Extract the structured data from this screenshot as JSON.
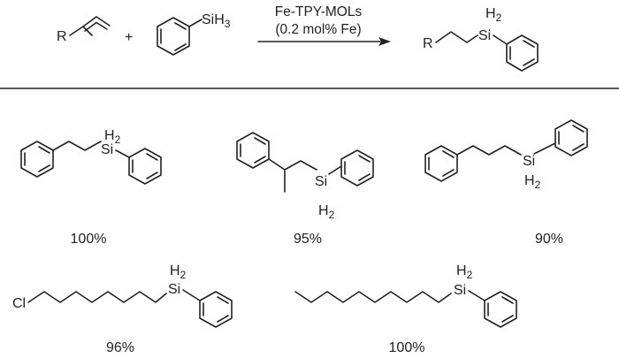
{
  "reaction": {
    "reagent_label": "Fe-TPY-MOLs",
    "conditions_label": "(0.2 mol% Fe)",
    "plus_sign": "+",
    "r_group": "R",
    "si_h3_text": "SiH",
    "si_h3_sub": "3",
    "si_text": "Si",
    "h2_text": "H",
    "h2_sub": "2"
  },
  "products": [
    {
      "yield": "100%"
    },
    {
      "yield": "95%"
    },
    {
      "yield": "90%"
    },
    {
      "yield": "96%",
      "substituent": "Cl"
    },
    {
      "yield": "100%"
    }
  ]
}
